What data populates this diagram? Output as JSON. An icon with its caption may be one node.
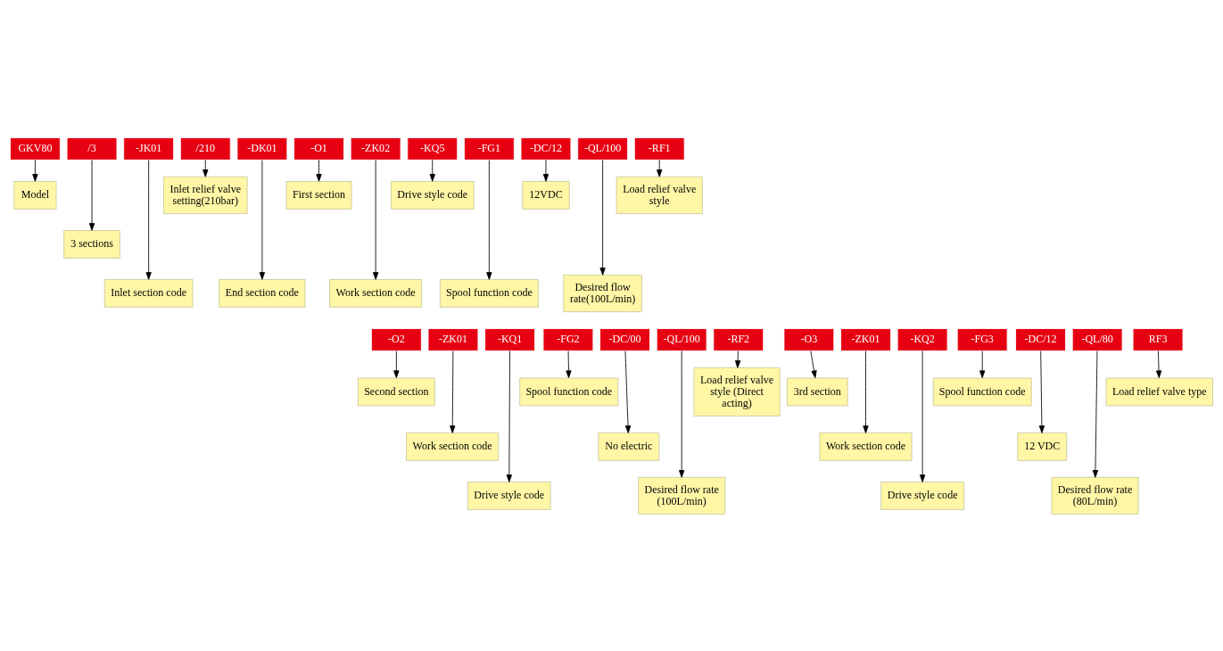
{
  "diagram": {
    "nodes": [
      {
        "text": [
          "GKV80"
        ]
      },
      {
        "text": [
          "/3"
        ]
      },
      {
        "text": [
          "-JK01"
        ]
      },
      {
        "text": [
          "/210"
        ]
      },
      {
        "text": [
          "-DK01"
        ]
      },
      {
        "text": [
          "-O1"
        ]
      },
      {
        "text": [
          "-ZK02"
        ]
      },
      {
        "text": [
          "-KQ5"
        ]
      },
      {
        "text": [
          "-FG1"
        ]
      },
      {
        "text": [
          "-DC/12"
        ]
      },
      {
        "text": [
          "-QL/100"
        ]
      },
      {
        "text": [
          "-RF1"
        ]
      },
      {
        "text": [
          "Model"
        ]
      },
      {
        "text": [
          "3 sections"
        ]
      },
      {
        "text": [
          "Inlet section code"
        ]
      },
      {
        "text": [
          "Inlet relief valve setting(210bar)"
        ]
      },
      {
        "text": [
          "End section code"
        ]
      },
      {
        "text": [
          "First section"
        ]
      },
      {
        "text": [
          "Work section code"
        ]
      },
      {
        "text": [
          "Drive style code"
        ]
      },
      {
        "text": [
          "Spool function code"
        ]
      },
      {
        "text": [
          "12VDC"
        ]
      },
      {
        "text": [
          "Desired flow rate(100L/min)"
        ]
      },
      {
        "text": [
          "Load relief valve style"
        ]
      },
      {
        "text": [
          "-O2"
        ]
      },
      {
        "text": [
          "-ZK01"
        ]
      },
      {
        "text": [
          "-KQ1"
        ]
      },
      {
        "text": [
          "-FG2"
        ]
      },
      {
        "text": [
          "-DC/00"
        ]
      },
      {
        "text": [
          "-QL/100"
        ]
      },
      {
        "text": [
          "-RF2"
        ]
      },
      {
        "text": [
          "Second section"
        ]
      },
      {
        "text": [
          "Work section code"
        ]
      },
      {
        "text": [
          "Drive style code"
        ]
      },
      {
        "text": [
          "Spool function code"
        ]
      },
      {
        "text": [
          "No electric"
        ]
      },
      {
        "text": [
          "Desired flow rate (100L/min)"
        ]
      },
      {
        "text": [
          "Load relief valve style (Direct acting)"
        ]
      },
      {
        "text": [
          "-O3"
        ]
      },
      {
        "text": [
          "-ZK01"
        ]
      },
      {
        "text": [
          "-KQ2"
        ]
      },
      {
        "text": [
          "-FG3"
        ]
      },
      {
        "text": [
          "-DC/12"
        ]
      },
      {
        "text": [
          "-QL/80"
        ]
      },
      {
        "text": [
          "RF3"
        ]
      },
      {
        "text": [
          "3rd section"
        ]
      },
      {
        "text": [
          "Work section code"
        ]
      },
      {
        "text": [
          "Drive style code"
        ]
      },
      {
        "text": [
          "Spool function code"
        ]
      },
      {
        "text": [
          "12 VDC"
        ]
      },
      {
        "text": [
          "Desired flow rate (80L/min)"
        ]
      },
      {
        "text": [
          "Load relief valve type"
        ]
      }
    ],
    "edges": [
      {
        "from": 0,
        "to": 12,
        "arrow": "to"
      },
      {
        "from": 1,
        "to": 13,
        "arrow": "to"
      },
      {
        "from": 2,
        "to": 14,
        "arrow": "to"
      },
      {
        "from": 3,
        "to": 15,
        "arrow": "to"
      },
      {
        "from": 4,
        "to": 16,
        "arrow": "to"
      },
      {
        "from": 5,
        "to": 17,
        "arrow": "to"
      },
      {
        "from": 6,
        "to": 18,
        "arrow": "to"
      },
      {
        "from": 7,
        "to": 19,
        "arrow": "to"
      },
      {
        "from": 8,
        "to": 20,
        "arrow": "to"
      },
      {
        "from": 9,
        "to": 21,
        "arrow": "to"
      },
      {
        "from": 10,
        "to": 22,
        "arrow": "to"
      },
      {
        "from": 11,
        "to": 23,
        "arrow": "to"
      },
      {
        "from": 24,
        "to": 31,
        "arrow": "to"
      },
      {
        "from": 25,
        "to": 32,
        "arrow": "to"
      },
      {
        "from": 26,
        "to": 33,
        "arrow": "to"
      },
      {
        "from": 27,
        "to": 34,
        "arrow": "to"
      },
      {
        "from": 28,
        "to": 35,
        "arrow": "to"
      },
      {
        "from": 29,
        "to": 36,
        "arrow": "to"
      },
      {
        "from": 30,
        "to": 37,
        "arrow": "to"
      },
      {
        "from": 38,
        "to": 45,
        "arrow": "to"
      },
      {
        "from": 39,
        "to": 46,
        "arrow": "to"
      },
      {
        "from": 40,
        "to": 47,
        "arrow": "to"
      },
      {
        "from": 41,
        "to": 48,
        "arrow": "to"
      },
      {
        "from": 42,
        "to": 49,
        "arrow": "to"
      },
      {
        "from": 43,
        "to": 50,
        "arrow": "to"
      },
      {
        "from": 44,
        "to": 51,
        "arrow": "to"
      }
    ]
  }
}
